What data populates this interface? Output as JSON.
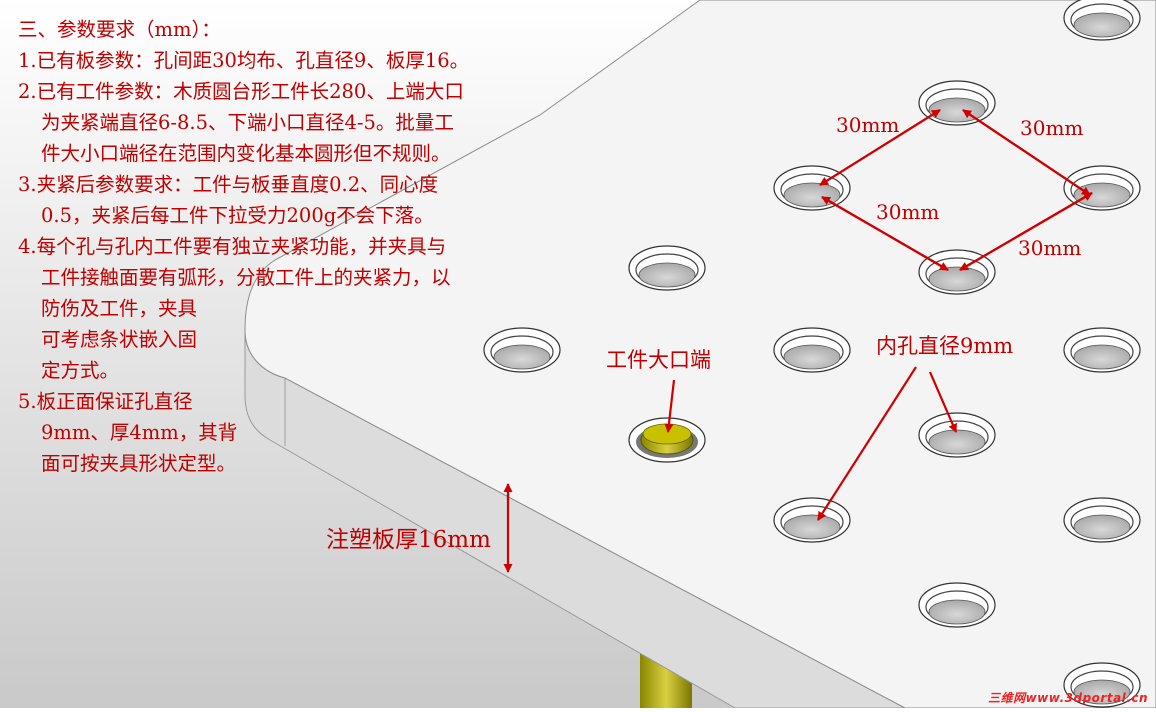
{
  "requirements": {
    "title": "三、参数要求（mm）：",
    "items": [
      [
        "1.已有板参数：孔间距30均布、孔直径9、板厚16。"
      ],
      [
        "2.已有工件参数：木质圆台形工件长280、上端大口",
        "为夹紧端直径6-8.5、下端小口直径4-5。批量工",
        "件大小口端径在范围内变化基本圆形但不规则。"
      ],
      [
        "3.夹紧后参数要求：工件与板垂直度0.2、同心度",
        "0.5，夹紧后每工件下拉受力200g不会下落。"
      ],
      [
        "4.每个孔与孔内工件要有独立夹紧功能，并夹具与",
        "工件接触面要有弧形，分散工件上的夹紧力，以",
        "防伤及工件，夹具",
        "可考虑条状嵌入固",
        "定方式。"
      ],
      [
        "5.板正面保证孔直径",
        "9mm、厚4mm，其背",
        "面可按夹具形状定型。"
      ]
    ]
  },
  "annotations": {
    "spacing_top_left": "30mm",
    "spacing_top_right": "30mm",
    "spacing_bottom_left": "30mm",
    "spacing_bottom_right": "30mm",
    "inner_hole": "内孔直径9mm",
    "workpiece_end": "工件大口端",
    "plate_thickness": "注塑板厚16mm"
  },
  "watermark": "三维网www.3dportal.cn",
  "colors": {
    "annotation": "#c00000",
    "plate_top": "#f3f3f3",
    "plate_edge": "#e2e2e2",
    "workpiece": "#c8c000"
  }
}
